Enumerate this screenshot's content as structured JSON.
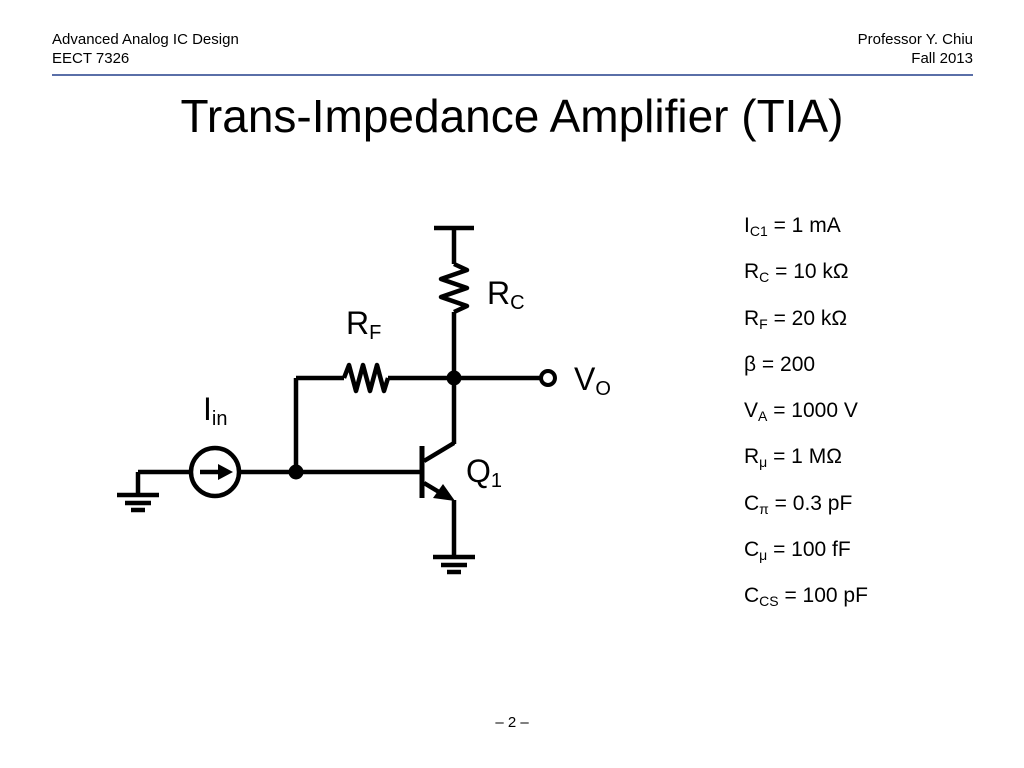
{
  "header": {
    "course": "Advanced Analog IC Design",
    "code": "EECT 7326",
    "instructor": "Professor Y. Chiu",
    "term": "Fall 2013"
  },
  "title": "Trans-Impedance Amplifier (TIA)",
  "circuit": {
    "source": {
      "main": "I",
      "sub": "in"
    },
    "feedback_resistor": {
      "main": "R",
      "sub": "F"
    },
    "collector_resistor": {
      "main": "R",
      "sub": "C"
    },
    "output": {
      "main": "V",
      "sub": "O"
    },
    "transistor": {
      "main": "Q",
      "sub": "1"
    }
  },
  "parameters": [
    {
      "sym": "I",
      "sub": "C1",
      "value": " = 1 mA"
    },
    {
      "sym": "R",
      "sub": "C",
      "value": " = 10 kΩ"
    },
    {
      "sym": "R",
      "sub": "F",
      "value": " = 20 kΩ"
    },
    {
      "sym": "β",
      "sub": "",
      "value": " = 200"
    },
    {
      "sym": "V",
      "sub": "A",
      "value": " = 1000 V"
    },
    {
      "sym": "R",
      "sub": "μ",
      "value": " = 1 MΩ"
    },
    {
      "sym": "C",
      "sub": "π",
      "value": " = 0.3 pF"
    },
    {
      "sym": "C",
      "sub": "μ",
      "value": " = 100 fF"
    },
    {
      "sym": "C",
      "sub": "CS",
      "value": " = 100 pF"
    }
  ],
  "page_number": "– 2 –"
}
